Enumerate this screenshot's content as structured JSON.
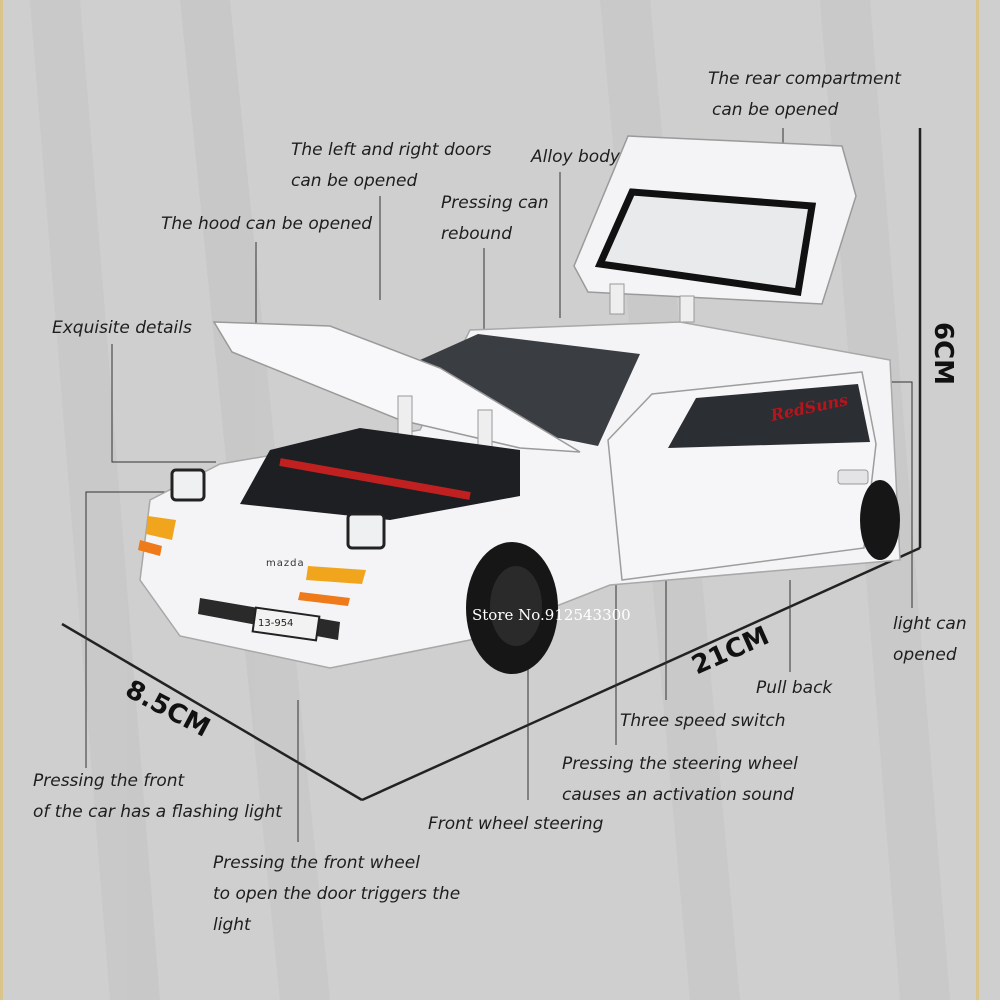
{
  "labels": {
    "rear_compartment_line1": "The rear compartment",
    "rear_compartment_line2": "can be opened",
    "doors_line1": "The left and right doors",
    "doors_line2": "can be opened",
    "alloy_body": "Alloy body",
    "pressing_rebound_line1": "Pressing can",
    "pressing_rebound_line2": "rebound",
    "hood": "The hood can be opened",
    "exquisite_details": "Exquisite details",
    "light_opened_line1": "light can",
    "light_opened_line2": "opened",
    "pull_back": "Pull back",
    "three_speed": "Three speed switch",
    "steering_sound_line1": "Pressing the steering wheel",
    "steering_sound_line2": "causes an activation sound",
    "front_wheel_steering": "Front wheel steering",
    "flashing_line1": "Pressing the front",
    "flashing_line2": "of the car has a flashing light",
    "front_wheel_door_line1": "Pressing the front wheel",
    "front_wheel_door_line2": "to open the door triggers the",
    "front_wheel_door_line3": "light"
  },
  "dimensions": {
    "height": "6CM",
    "length": "21CM",
    "width": "8.5CM"
  },
  "watermark": "Store No.912543300",
  "car_text": {
    "brand": "mazda",
    "plate": "13-954",
    "decal": "RedSuns"
  },
  "colors": {
    "background": "#cfcfcf",
    "car_body": "#f4f4f6",
    "accent_red": "#b8141c",
    "border_gold": "#d9c58a"
  }
}
